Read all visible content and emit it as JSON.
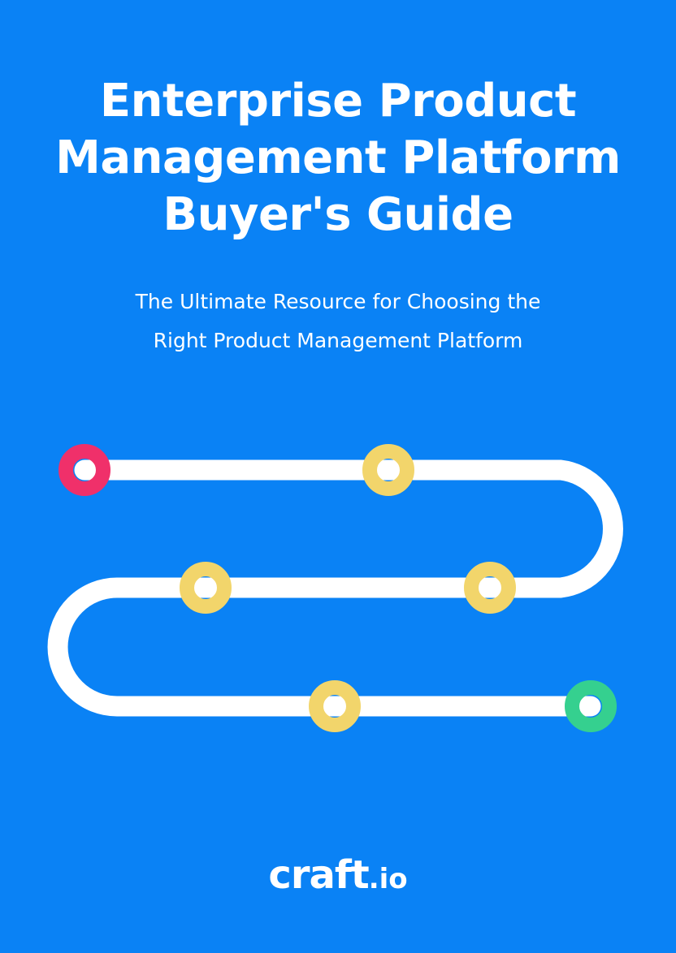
{
  "cover": {
    "title_lines": [
      "Enterprise Product",
      "Management Platform",
      "Buyer's Guide"
    ],
    "subtitle_lines": [
      "The Ultimate Resource for Choosing the",
      "Right Product Management Platform"
    ],
    "logo": {
      "name": "craft",
      "tld": ".io"
    }
  },
  "colors": {
    "background": "#0a82f5",
    "path": "#ffffff",
    "start_marker": "#f0306a",
    "milestone_marker": "#f2d56b",
    "end_marker": "#35d08f"
  },
  "roadmap": {
    "markers": [
      "start",
      "milestone",
      "milestone",
      "milestone",
      "milestone",
      "end"
    ]
  }
}
